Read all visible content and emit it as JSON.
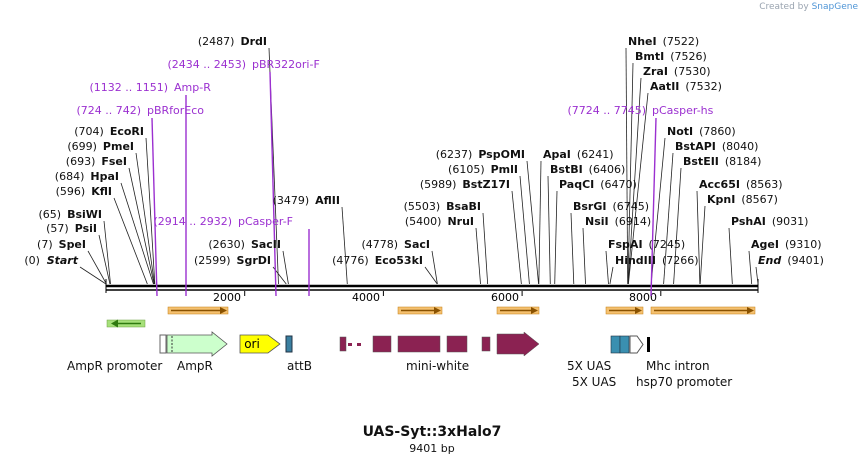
{
  "credit": {
    "prefix": "Created by",
    "brand": "SnapGene"
  },
  "map": {
    "name": "UAS-Syt::3xHalo7",
    "length_label": "9401 bp",
    "length": 9401,
    "ticks": [
      {
        "bp": 2000,
        "label": "2000"
      },
      {
        "bp": 4000,
        "label": "4000"
      },
      {
        "bp": 6000,
        "label": "6000"
      },
      {
        "bp": 8000,
        "label": "8000"
      }
    ],
    "sites": [
      {
        "name": "Start",
        "pos": "(0)",
        "bp": 0,
        "style": "italic"
      },
      {
        "name": "SpeI",
        "pos": "(7)",
        "bp": 7
      },
      {
        "name": "PsiI",
        "pos": "(57)",
        "bp": 57
      },
      {
        "name": "BsiWI",
        "pos": "(65)",
        "bp": 65
      },
      {
        "name": "KflI",
        "pos": "(596)",
        "bp": 596
      },
      {
        "name": "HpaI",
        "pos": "(684)",
        "bp": 684
      },
      {
        "name": "FseI",
        "pos": "(693)",
        "bp": 693
      },
      {
        "name": "PmeI",
        "pos": "(699)",
        "bp": 699
      },
      {
        "name": "EcoRI",
        "pos": "(704)",
        "bp": 704
      },
      {
        "name": "SgrDI",
        "pos": "(2599)",
        "bp": 2599
      },
      {
        "name": "SacII",
        "pos": "(2630)",
        "bp": 2630
      },
      {
        "name": "AflII",
        "pos": "(3479)",
        "bp": 3479
      },
      {
        "name": "DrdI",
        "pos": "(2487)",
        "bp": 2487
      },
      {
        "name": "Eco53kI",
        "pos": "(4776)",
        "bp": 4776
      },
      {
        "name": "SacI",
        "pos": "(4778)",
        "bp": 4778
      },
      {
        "name": "NruI",
        "pos": "(5400)",
        "bp": 5400
      },
      {
        "name": "BsaBI",
        "pos": "(5503)",
        "bp": 5503
      },
      {
        "name": "BstZ17I",
        "pos": "(5989)",
        "bp": 5989
      },
      {
        "name": "PmlI",
        "pos": "(6105)",
        "bp": 6105
      },
      {
        "name": "PspOMI",
        "pos": "(6237)",
        "bp": 6237
      },
      {
        "name": "ApaI",
        "pos": "(6241)",
        "bp": 6241
      },
      {
        "name": "BstBI",
        "pos": "(6406)",
        "bp": 6406
      },
      {
        "name": "PaqCI",
        "pos": "(6470)",
        "bp": 6470
      },
      {
        "name": "BsrGI",
        "pos": "(6745)",
        "bp": 6745
      },
      {
        "name": "NsiI",
        "pos": "(6914)",
        "bp": 6914
      },
      {
        "name": "FspAI",
        "pos": "(7245)",
        "bp": 7245
      },
      {
        "name": "HindIII",
        "pos": "(7266)",
        "bp": 7266
      },
      {
        "name": "NheI",
        "pos": "(7522)",
        "bp": 7522
      },
      {
        "name": "BmtI",
        "pos": "(7526)",
        "bp": 7526
      },
      {
        "name": "ZraI",
        "pos": "(7530)",
        "bp": 7530
      },
      {
        "name": "AatII",
        "pos": "(7532)",
        "bp": 7532
      },
      {
        "name": "NotI",
        "pos": "(7860)",
        "bp": 7860
      },
      {
        "name": "BstAPI",
        "pos": "(8040)",
        "bp": 8040
      },
      {
        "name": "BstEII",
        "pos": "(8184)",
        "bp": 8184
      },
      {
        "name": "Acc65I",
        "pos": "(8563)",
        "bp": 8563
      },
      {
        "name": "KpnI",
        "pos": "(8567)",
        "bp": 8567
      },
      {
        "name": "PshAI",
        "pos": "(9031)",
        "bp": 9031
      },
      {
        "name": "AgeI",
        "pos": "(9310)",
        "bp": 9310
      },
      {
        "name": "End",
        "pos": "(9401)",
        "bp": 9401,
        "style": "italic"
      }
    ],
    "primers": [
      {
        "name": "pBR322ori-F",
        "range": "(2434 .. 2453)"
      },
      {
        "name": "Amp-R",
        "range": "(1132 .. 1151)"
      },
      {
        "name": "pBRforEco",
        "range": "(724 .. 742)"
      },
      {
        "name": "pCasper-F",
        "range": "(2914 .. 2932)"
      },
      {
        "name": "pCasper-hs",
        "range": "(7724 .. 7745)"
      }
    ],
    "features": [
      {
        "name": "AmpR promoter"
      },
      {
        "name": "AmpR"
      },
      {
        "name": "ori"
      },
      {
        "name": "attB"
      },
      {
        "name": "mini-white"
      },
      {
        "name": "5X UAS"
      },
      {
        "name": "5X UAS"
      },
      {
        "name": "Mhc intron"
      },
      {
        "name": "hsp70 promoter"
      }
    ],
    "colors": {
      "site_text": "#111111",
      "primer_text": "#9b30d0",
      "amp": "#ccffcc",
      "ori": "#ffff00",
      "attB": "#3a7fa0",
      "white": "#8b2252",
      "uas": "#3a8fb0",
      "orf_fill": "#f5a623",
      "promoter_green": "#a6e07a"
    }
  }
}
